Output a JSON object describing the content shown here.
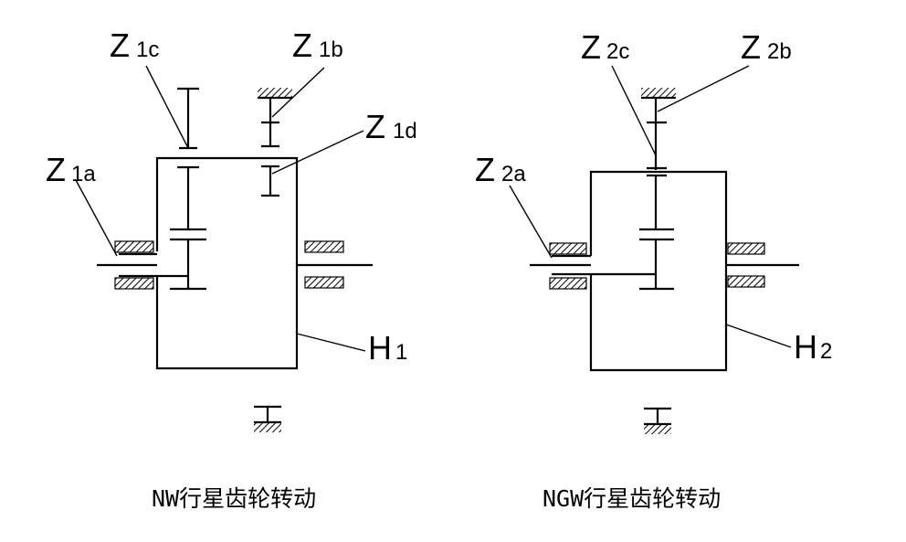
{
  "left": {
    "caption": "NW行星齿轮转动",
    "labels": {
      "z1a": {
        "main": "Z",
        "sub": "1a"
      },
      "z1b": {
        "main": "Z",
        "sub": "1b"
      },
      "z1c": {
        "main": "Z",
        "sub": "1c"
      },
      "z1d": {
        "main": "Z",
        "sub": "1d"
      },
      "h1": {
        "main": "H",
        "sub": "1"
      }
    }
  },
  "right": {
    "caption": "NGW行星齿轮转动",
    "labels": {
      "z2a": {
        "main": "Z",
        "sub": "2a"
      },
      "z2b": {
        "main": "Z",
        "sub": "2b"
      },
      "z2c": {
        "main": "Z",
        "sub": "2c"
      },
      "h2": {
        "main": "H",
        "sub": "2"
      }
    }
  }
}
